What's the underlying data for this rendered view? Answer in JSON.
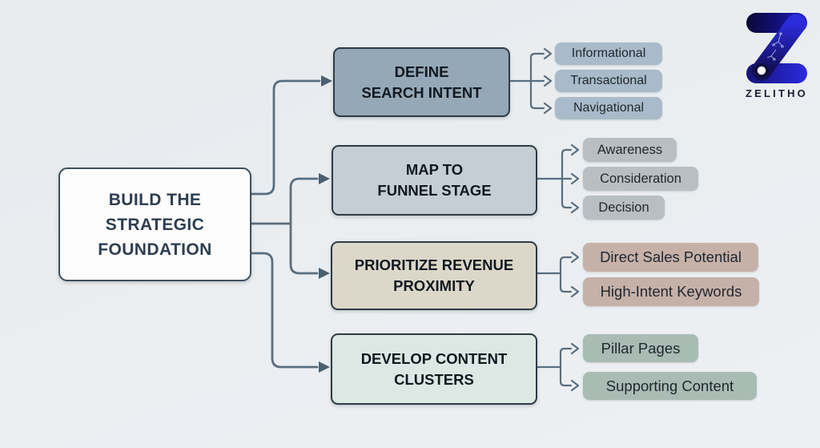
{
  "page": {
    "background_color": "#eaeef1",
    "connector_color": "#5a6e7e",
    "arrow_color": "#4a5f70"
  },
  "logo": {
    "brand": "ZELITHO",
    "dark_navy": "#0d0b38",
    "bright_blue": "#2a2ade",
    "text_color": "#1b1c33"
  },
  "diagram": {
    "root": {
      "lines": [
        "BUILD THE",
        "STRATEGIC",
        "FOUNDATION"
      ],
      "fill": "#fdfdfd",
      "border_color": "#3e505e",
      "text_color": "#2d3e50"
    },
    "branches": [
      {
        "title_lines": [
          "DEFINE",
          "SEARCH INTENT"
        ],
        "fill": "#95a8b7",
        "child_fill": "#a9bbca",
        "children": [
          "Informational",
          "Transactional",
          "Navigational"
        ]
      },
      {
        "title_lines": [
          "MAP TO",
          "FUNNEL STAGE"
        ],
        "fill": "#c4ced4",
        "child_fill": "#b8bfc3",
        "children": [
          "Awareness",
          "Consideration",
          "Decision"
        ]
      },
      {
        "title_lines": [
          "PRIORITIZE REVENUE",
          "PROXIMITY"
        ],
        "fill": "#dcd7c9",
        "child_fill": "#c6b1a9",
        "children": [
          "Direct Sales Potential",
          "High-Intent Keywords"
        ]
      },
      {
        "title_lines": [
          "DEVELOP CONTENT",
          "CLUSTERS"
        ],
        "fill": "#dde7e3",
        "child_fill": "#a9bcb4",
        "children": [
          "Pillar Pages",
          "Supporting Content"
        ]
      }
    ]
  }
}
